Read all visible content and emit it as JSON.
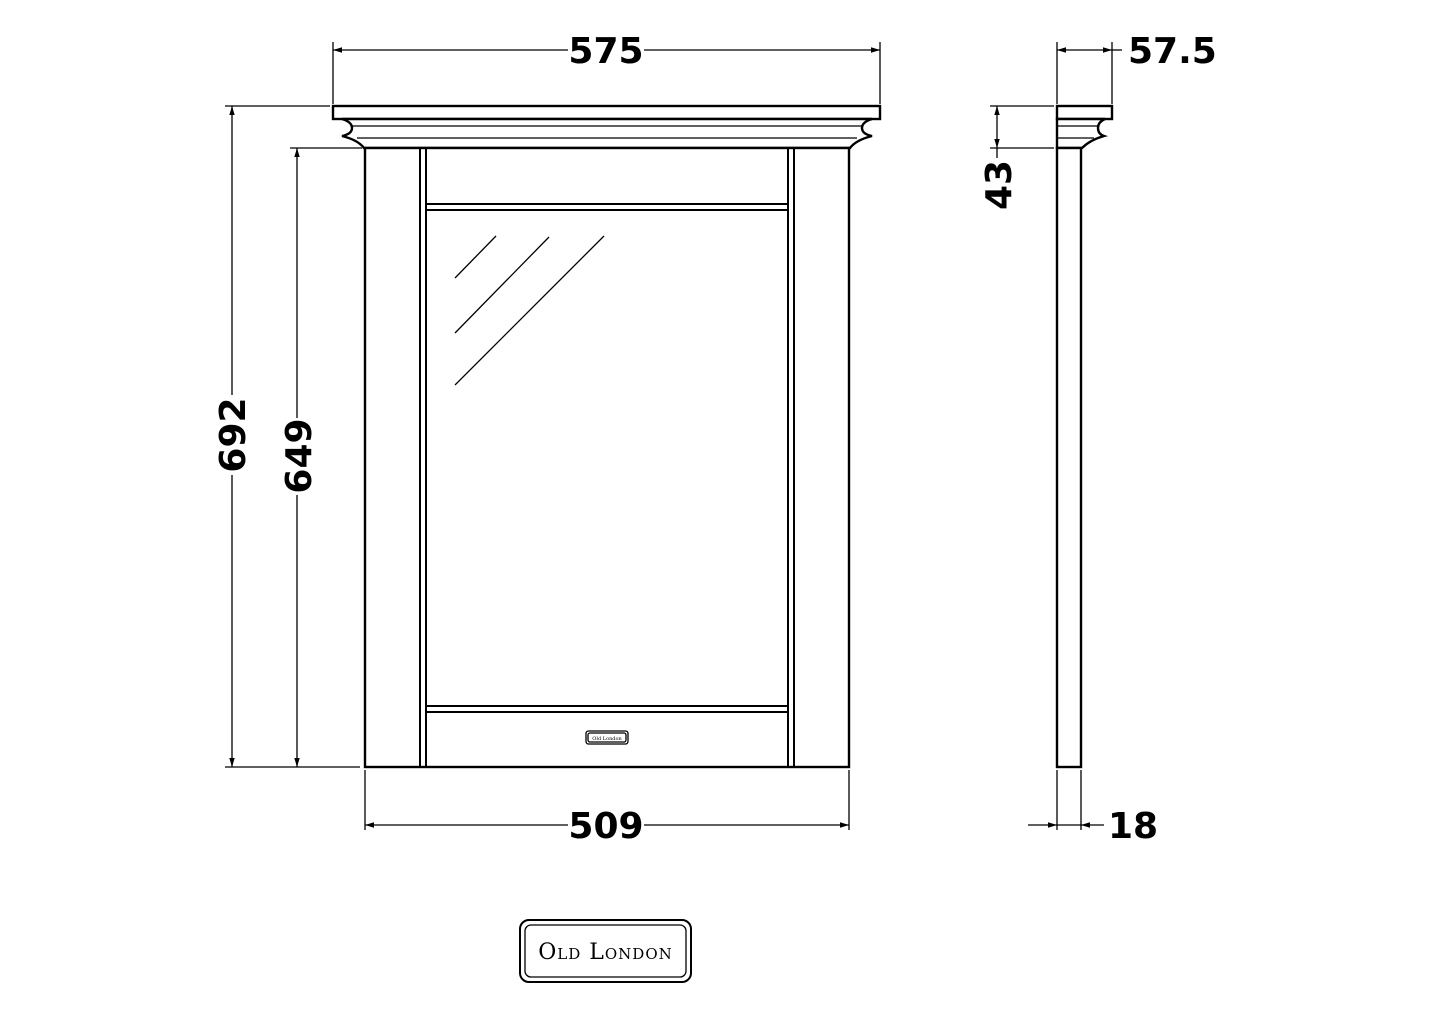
{
  "dimensions": {
    "overall_width": "575",
    "frame_width": "509",
    "overall_height": "692",
    "frame_height": "649",
    "cornice_depth": "57.5",
    "cornice_height": "43",
    "frame_depth": "18"
  },
  "brand": {
    "name": "Old London",
    "plate_label": "Old London"
  },
  "colors": {
    "line": "#000000",
    "background": "#ffffff"
  }
}
